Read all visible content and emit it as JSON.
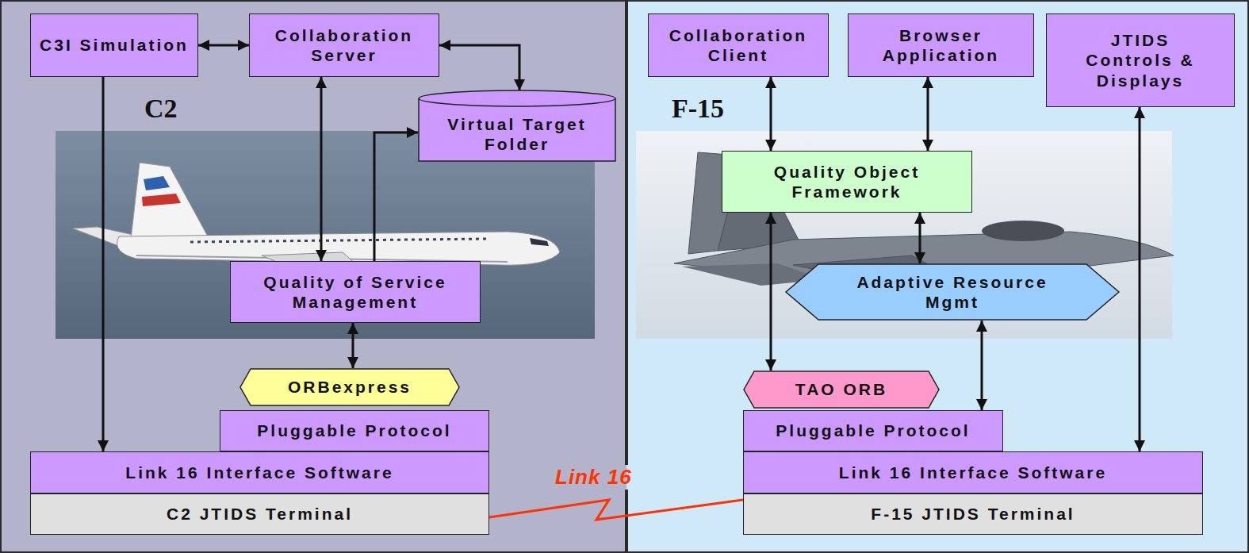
{
  "diagram": {
    "nodes": [
      {
        "text": [
          "C2"
        ]
      },
      {
        "text": [
          "C3I Simulation"
        ],
        "in": 0
      },
      {
        "text": [
          "Collaboration Server"
        ],
        "in": 0
      },
      {
        "text": [
          "Virtual Target Folder"
        ],
        "in": 0
      },
      {
        "text": [
          "Quality of Service Management"
        ],
        "in": 0
      },
      {
        "text": [
          "ORBexpress"
        ],
        "in": 0
      },
      {
        "text": [
          "Pluggable Protocol"
        ],
        "in": 0
      },
      {
        "text": [
          "Link 16 Interface Software"
        ],
        "in": 0
      },
      {
        "text": [
          "C2 JTIDS Terminal"
        ],
        "in": 0
      },
      {
        "text": [
          "F-15"
        ]
      },
      {
        "text": [
          "Collaboration Client"
        ],
        "in": 9
      },
      {
        "text": [
          "Browser Application"
        ],
        "in": 9
      },
      {
        "text": [
          "JTIDS Controls & Displays"
        ],
        "in": 9
      },
      {
        "text": [
          "Quality Object Framework"
        ],
        "in": 9
      },
      {
        "text": [
          "Adaptive Resource Mgmt"
        ],
        "in": 9
      },
      {
        "text": [
          "TAO ORB"
        ],
        "in": 9
      },
      {
        "text": [
          "Pluggable Protocol"
        ],
        "in": 9
      },
      {
        "text": [
          "Link 16 Interface Software"
        ],
        "in": 9
      },
      {
        "text": [
          "F-15 JTIDS Terminal"
        ],
        "in": 9
      }
    ],
    "edges": [
      {
        "from": 1,
        "to": 2,
        "arrow": "both"
      },
      {
        "from": 2,
        "to": 3,
        "arrow": "both"
      },
      {
        "from": 2,
        "to": 4,
        "arrow": "both"
      },
      {
        "from": 4,
        "to": 3,
        "arrow": "to"
      },
      {
        "from": 4,
        "to": 5,
        "arrow": "both"
      },
      {
        "from": 1,
        "to": 7,
        "arrow": "to"
      },
      {
        "from": 8,
        "to": 18,
        "arrow": "none",
        "label": "Link 16"
      },
      {
        "from": 10,
        "to": 13,
        "arrow": "both"
      },
      {
        "from": 11,
        "to": 13,
        "arrow": "both"
      },
      {
        "from": 13,
        "to": 14,
        "arrow": "both"
      },
      {
        "from": 13,
        "to": 15,
        "arrow": "both"
      },
      {
        "from": 14,
        "to": 16,
        "arrow": "both"
      },
      {
        "from": 12,
        "to": 17,
        "arrow": "both"
      }
    ]
  }
}
